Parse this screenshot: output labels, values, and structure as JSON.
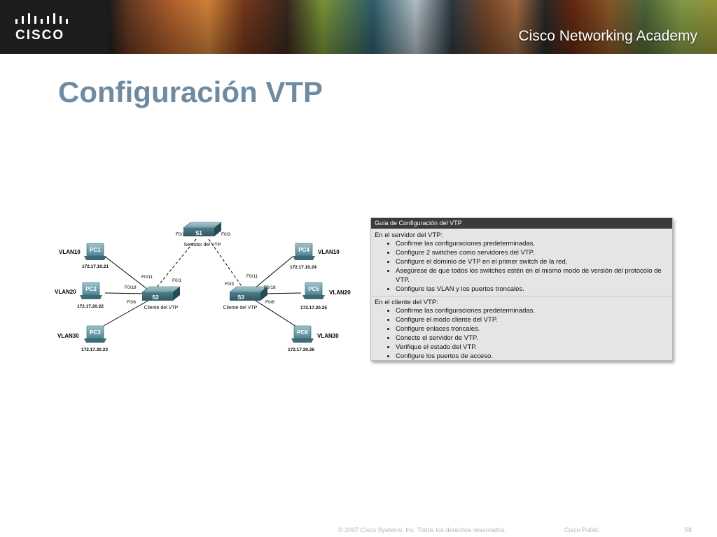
{
  "header": {
    "logo_text": "CISCO",
    "academy_text": "Cisco Networking Academy"
  },
  "slide": {
    "title": "Configuración VTP"
  },
  "diagram": {
    "server": {
      "name": "S1",
      "role": "Servidor del VTP",
      "ports": [
        "F0/1",
        "F0/3"
      ]
    },
    "client_left": {
      "name": "S2",
      "role": "Cliente del VTP",
      "ports": [
        "F0/11",
        "F0/18",
        "F0/6",
        "F0/1"
      ]
    },
    "client_right": {
      "name": "S3",
      "role": "Cliente del VTP",
      "ports": [
        "F0/3",
        "F0/11",
        "F0/18",
        "F0/6"
      ]
    },
    "pcs": [
      {
        "name": "PC1",
        "vlan": "VLAN10",
        "ip": "172.17.10.21"
      },
      {
        "name": "PC2",
        "vlan": "VLAN20",
        "ip": "172.17.20.22"
      },
      {
        "name": "PC3",
        "vlan": "VLAN30",
        "ip": "172.17.30.23"
      },
      {
        "name": "PC4",
        "vlan": "VLAN10",
        "ip": "172.17.10.24"
      },
      {
        "name": "PC5",
        "vlan": "VLAN20",
        "ip": "172.17.20.25"
      },
      {
        "name": "PC6",
        "vlan": "VLAN30",
        "ip": "172.17.30.26"
      }
    ]
  },
  "guide": {
    "title": "Guía de Configuración del VTP",
    "server_heading": "En el servidor del VTP:",
    "server_items": [
      "Confirme las configuraciones predeterminadas.",
      "Configure 2 switches como servidores del VTP.",
      "Configure el dominio de VTP en el primer switch de la red.",
      "Asegúrese de que todos los switches estén en el mismo modo de versión del protocolo de VTP.",
      "Configure las VLAN y los puertos troncales."
    ],
    "client_heading": "En el cliente del VTP:",
    "client_items": [
      "Confirme las configuraciones predeterminadas.",
      "Configure el modo cliente del VTP.",
      "Configure enlaces troncales.",
      "Conecte el servidor de VTP.",
      "Verifique el estado del VTP.",
      "Configure los puertos de acceso."
    ]
  },
  "footer": {
    "copyright": "© 2007 Cisco Systems, Inc. Todos los derechos reservados.",
    "classification": "Cisco Public",
    "page_number": "58"
  }
}
